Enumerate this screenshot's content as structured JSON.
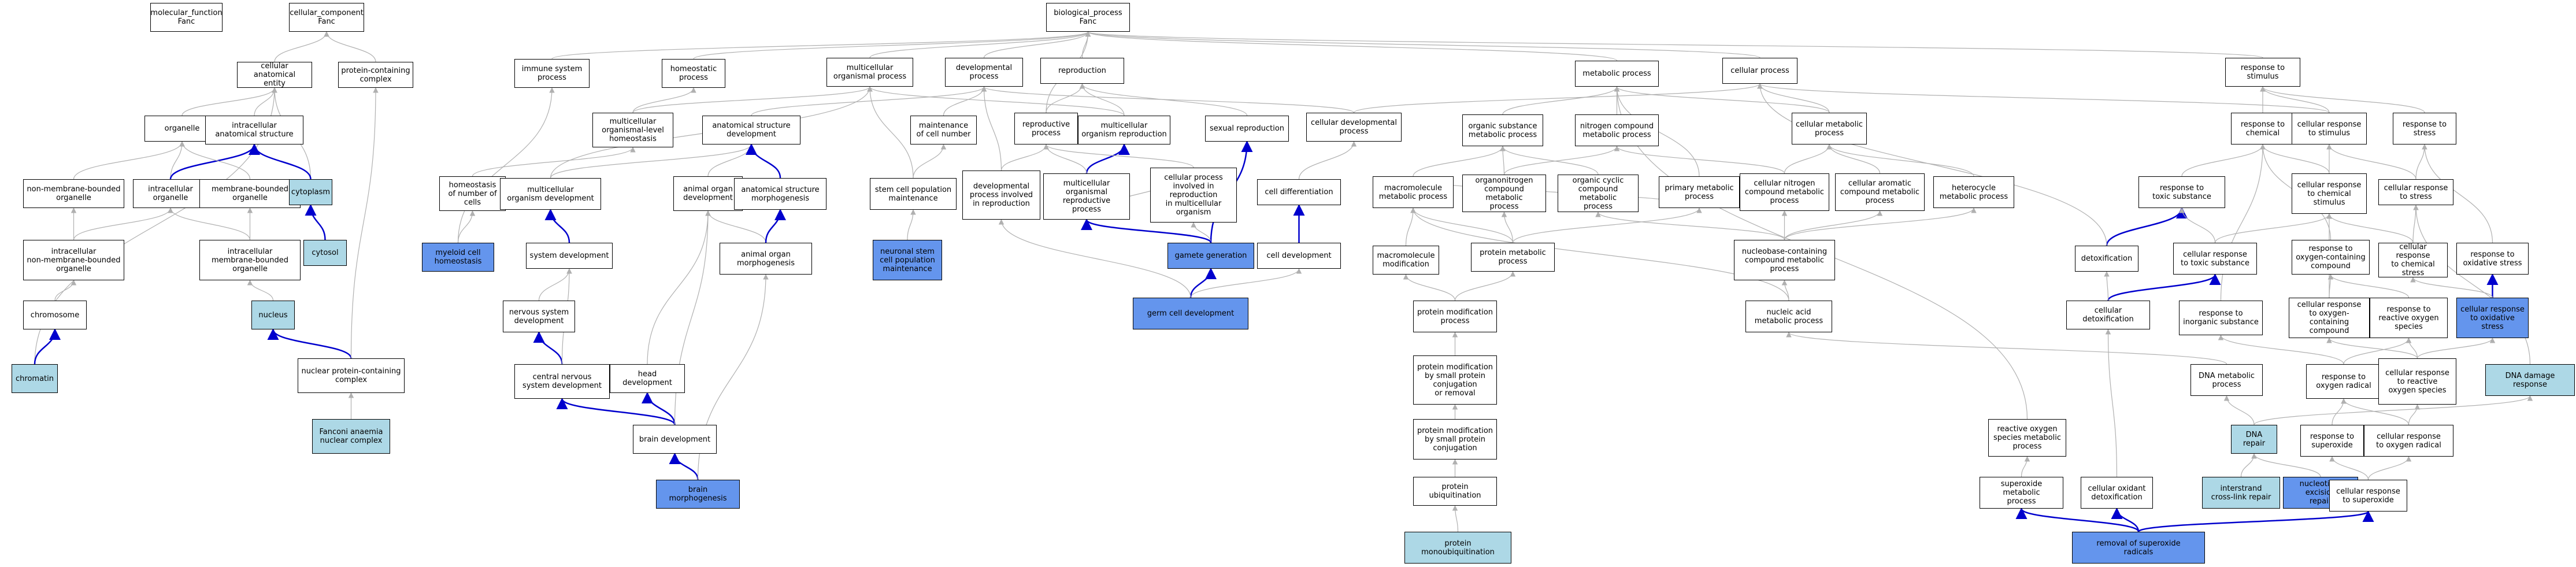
{
  "nodes": [
    {
      "id": "mf",
      "label": "molecular_function\nFanc",
      "style": "plain"
    },
    {
      "id": "cc",
      "label": "cellular_component\nFanc",
      "style": "plain"
    },
    {
      "id": "bp",
      "label": "biological_process\nFanc",
      "style": "plain"
    },
    {
      "id": "cae",
      "label": "cellular anatomical\nentity",
      "style": "plain"
    },
    {
      "id": "pcc",
      "label": "protein-containing\ncomplex",
      "style": "plain"
    },
    {
      "id": "iss",
      "label": "immune system\nprocess",
      "style": "plain"
    },
    {
      "id": "hp",
      "label": "homeostatic\nprocess",
      "style": "plain"
    },
    {
      "id": "mop",
      "label": "multicellular\norganismal process",
      "style": "plain"
    },
    {
      "id": "dp",
      "label": "developmental\nprocess",
      "style": "plain"
    },
    {
      "id": "rep",
      "label": "reproduction",
      "style": "plain"
    },
    {
      "id": "mp",
      "label": "metabolic process",
      "style": "plain"
    },
    {
      "id": "cp",
      "label": "cellular process",
      "style": "plain"
    },
    {
      "id": "rts",
      "label": "response to\nstimulus",
      "style": "plain"
    },
    {
      "id": "org",
      "label": "organelle",
      "style": "plain"
    },
    {
      "id": "ias",
      "label": "intracellular\nanatomical structure",
      "style": "plain"
    },
    {
      "id": "mlh",
      "label": "multicellular\norganismal-level\nhomeostasis",
      "style": "plain"
    },
    {
      "id": "asd",
      "label": "anatomical structure\ndevelopment",
      "style": "plain"
    },
    {
      "id": "mcn",
      "label": "maintenance\nof cell number",
      "style": "plain"
    },
    {
      "id": "rp",
      "label": "reproductive\nprocess",
      "style": "plain"
    },
    {
      "id": "mor",
      "label": "multicellular\norganism reproduction",
      "style": "plain"
    },
    {
      "id": "sr",
      "label": "sexual reproduction",
      "style": "plain"
    },
    {
      "id": "cdp",
      "label": "cellular developmental\nprocess",
      "style": "plain"
    },
    {
      "id": "osmp",
      "label": "organic substance\nmetabolic process",
      "style": "plain"
    },
    {
      "id": "ncmp",
      "label": "nitrogen compound\nmetabolic process",
      "style": "plain"
    },
    {
      "id": "cmp",
      "label": "cellular metabolic\nprocess",
      "style": "plain"
    },
    {
      "id": "rtc",
      "label": "response to\nchemical",
      "style": "plain"
    },
    {
      "id": "crs",
      "label": "cellular response\nto stimulus",
      "style": "plain"
    },
    {
      "id": "rtst",
      "label": "response to\nstress",
      "style": "plain"
    },
    {
      "id": "nmbo",
      "label": "non-membrane-bounded\norganelle",
      "style": "plain"
    },
    {
      "id": "io",
      "label": "intracellular\norganelle",
      "style": "plain"
    },
    {
      "id": "mbo",
      "label": "membrane-bounded\norganelle",
      "style": "plain"
    },
    {
      "id": "cyto",
      "label": "cytoplasm",
      "style": "light"
    },
    {
      "id": "hnc",
      "label": "homeostasis\nof number of\ncells",
      "style": "plain"
    },
    {
      "id": "mod",
      "label": "multicellular\norganism development",
      "style": "plain"
    },
    {
      "id": "aod",
      "label": "animal organ\ndevelopment",
      "style": "plain"
    },
    {
      "id": "asm",
      "label": "anatomical structure\nmorphogenesis",
      "style": "plain"
    },
    {
      "id": "scpm",
      "label": "stem cell population\nmaintenance",
      "style": "plain"
    },
    {
      "id": "dpir",
      "label": "developmental\nprocess involved\nin reproduction",
      "style": "plain"
    },
    {
      "id": "morp",
      "label": "multicellular\norganismal reproductive\nprocess",
      "style": "plain"
    },
    {
      "id": "cpir",
      "label": "cellular process\ninvolved in\nreproduction\nin multicellular\norganism",
      "style": "plain"
    },
    {
      "id": "cdiff",
      "label": "cell differentiation",
      "style": "plain"
    },
    {
      "id": "mmp",
      "label": "macromolecule\nmetabolic process",
      "style": "plain"
    },
    {
      "id": "oncmp",
      "label": "organonitrogen\ncompound metabolic\nprocess",
      "style": "plain"
    },
    {
      "id": "occmp",
      "label": "organic cyclic\ncompound metabolic\nprocess",
      "style": "plain"
    },
    {
      "id": "pmp",
      "label": "primary metabolic\nprocess",
      "style": "plain"
    },
    {
      "id": "cncmp",
      "label": "cellular nitrogen\ncompound metabolic\nprocess",
      "style": "plain"
    },
    {
      "id": "cacmp",
      "label": "cellular aromatic\ncompound metabolic\nprocess",
      "style": "plain"
    },
    {
      "id": "hmp",
      "label": "heterocycle\nmetabolic process",
      "style": "plain"
    },
    {
      "id": "rtts",
      "label": "response to\ntoxic substance",
      "style": "plain"
    },
    {
      "id": "crcs",
      "label": "cellular response\nto chemical\nstimulus",
      "style": "plain"
    },
    {
      "id": "crst",
      "label": "cellular response\nto stress",
      "style": "plain"
    },
    {
      "id": "inmbo",
      "label": "intracellular\nnon-membrane-bounded\norganelle",
      "style": "plain"
    },
    {
      "id": "imbo",
      "label": "intracellular\nmembrane-bounded\norganelle",
      "style": "plain"
    },
    {
      "id": "cytosol",
      "label": "cytosol",
      "style": "light"
    },
    {
      "id": "mch",
      "label": "myeloid cell\nhomeostasis",
      "style": "dark"
    },
    {
      "id": "sd",
      "label": "system development",
      "style": "plain"
    },
    {
      "id": "aom",
      "label": "animal organ\nmorphogenesis",
      "style": "plain"
    },
    {
      "id": "nscpm",
      "label": "neuronal stem\ncell population\nmaintenance",
      "style": "dark"
    },
    {
      "id": "gg",
      "label": "gamete generation",
      "style": "dark"
    },
    {
      "id": "cdev",
      "label": "cell development",
      "style": "plain"
    },
    {
      "id": "mm",
      "label": "macromolecule\nmodification",
      "style": "plain"
    },
    {
      "id": "pmet",
      "label": "protein metabolic\nprocess",
      "style": "plain"
    },
    {
      "id": "nccmp",
      "label": "nucleobase-containing\ncompound metabolic\nprocess",
      "style": "plain"
    },
    {
      "id": "detox",
      "label": "detoxification",
      "style": "plain"
    },
    {
      "id": "crts",
      "label": "cellular response\nto toxic substance",
      "style": "plain"
    },
    {
      "id": "rocc",
      "label": "response to\noxygen-containing\ncompound",
      "style": "plain"
    },
    {
      "id": "crcst",
      "label": "cellular response\nto chemical\nstress",
      "style": "plain"
    },
    {
      "id": "ros",
      "label": "response to\noxidative stress",
      "style": "plain"
    },
    {
      "id": "chrom",
      "label": "chromosome",
      "style": "plain"
    },
    {
      "id": "nucleus",
      "label": "nucleus",
      "style": "light"
    },
    {
      "id": "nsd",
      "label": "nervous system\ndevelopment",
      "style": "plain"
    },
    {
      "id": "gcd",
      "label": "germ cell development",
      "style": "dark"
    },
    {
      "id": "pmod",
      "label": "protein modification\nprocess",
      "style": "plain"
    },
    {
      "id": "nammp",
      "label": "nucleic acid\nmetabolic process",
      "style": "plain"
    },
    {
      "id": "rtis",
      "label": "response to\ninorganic substance",
      "style": "plain"
    },
    {
      "id": "cdtx",
      "label": "cellular detoxification",
      "style": "plain"
    },
    {
      "id": "crocc",
      "label": "cellular response\nto oxygen-containing\ncompound",
      "style": "plain"
    },
    {
      "id": "rtrox",
      "label": "response to\nreactive oxygen\nspecies",
      "style": "plain"
    },
    {
      "id": "crox",
      "label": "cellular response\nto oxidative\nstress",
      "style": "dark"
    },
    {
      "id": "chromatin",
      "label": "chromatin",
      "style": "light"
    },
    {
      "id": "npcc",
      "label": "nuclear protein-containing\ncomplex",
      "style": "plain"
    },
    {
      "id": "cnsd",
      "label": "central nervous\nsystem development",
      "style": "plain"
    },
    {
      "id": "hd",
      "label": "head development",
      "style": "plain"
    },
    {
      "id": "pmsp",
      "label": "protein modification\nby small protein\nconjugation\nor removal",
      "style": "plain"
    },
    {
      "id": "dnamp",
      "label": "DNA metabolic\nprocess",
      "style": "plain"
    },
    {
      "id": "rtor",
      "label": "response to\noxygen radical",
      "style": "plain"
    },
    {
      "id": "crros",
      "label": "cellular response\nto reactive\noxygen species",
      "style": "plain"
    },
    {
      "id": "dnadr",
      "label": "DNA damage response",
      "style": "light"
    },
    {
      "id": "faa",
      "label": "Fanconi anaemia\nnuclear complex",
      "style": "light"
    },
    {
      "id": "bd",
      "label": "brain development",
      "style": "plain"
    },
    {
      "id": "pmspc",
      "label": "protein modification\nby small protein\nconjugation",
      "style": "plain"
    },
    {
      "id": "rosmp",
      "label": "reactive oxygen\nspecies metabolic\nprocess",
      "style": "plain"
    },
    {
      "id": "dnarep",
      "label": "DNA repair",
      "style": "light"
    },
    {
      "id": "rtsup",
      "label": "response to\nsuperoxide",
      "style": "plain"
    },
    {
      "id": "crorad",
      "label": "cellular response\nto oxygen radical",
      "style": "plain"
    },
    {
      "id": "pu",
      "label": "protein ubiquitination",
      "style": "plain"
    },
    {
      "id": "bm",
      "label": "brain morphogenesis",
      "style": "dark"
    },
    {
      "id": "smp",
      "label": "superoxide metabolic\nprocess",
      "style": "plain"
    },
    {
      "id": "cod",
      "label": "cellular oxidant\ndetoxification",
      "style": "plain"
    },
    {
      "id": "icr",
      "label": "interstrand\ncross-link repair",
      "style": "light"
    },
    {
      "id": "ner",
      "label": "nucleotide-excision\nrepair",
      "style": "dark"
    },
    {
      "id": "crsup",
      "label": "cellular response\nto superoxide",
      "style": "plain"
    },
    {
      "id": "pmu",
      "label": "protein monoubiquitination",
      "style": "light"
    },
    {
      "id": "rsr",
      "label": "removal of superoxide\nradicals",
      "style": "dark"
    }
  ],
  "edges": [
    [
      "cae",
      "cc",
      "gray"
    ],
    [
      "pcc",
      "cc",
      "gray"
    ],
    [
      "iss",
      "bp",
      "gray"
    ],
    [
      "hp",
      "bp",
      "gray"
    ],
    [
      "mop",
      "bp",
      "gray"
    ],
    [
      "dp",
      "bp",
      "gray"
    ],
    [
      "rep",
      "bp",
      "gray"
    ],
    [
      "mp",
      "bp",
      "gray"
    ],
    [
      "cp",
      "bp",
      "gray"
    ],
    [
      "rts",
      "bp",
      "gray"
    ],
    [
      "org",
      "cae",
      "gray"
    ],
    [
      "ias",
      "cae",
      "gray"
    ],
    [
      "cyto",
      "cae",
      "gray"
    ],
    [
      "chromatin",
      "cae",
      "gray"
    ],
    [
      "ias",
      "org",
      "gray"
    ],
    [
      "mlh",
      "hp",
      "gray"
    ],
    [
      "mlh",
      "mop",
      "gray"
    ],
    [
      "asd",
      "dp",
      "gray"
    ],
    [
      "mcn",
      "dp",
      "gray"
    ],
    [
      "rp",
      "rep",
      "gray"
    ],
    [
      "rp",
      "bp",
      "gray"
    ],
    [
      "mor",
      "rep",
      "gray"
    ],
    [
      "mor",
      "mop",
      "gray"
    ],
    [
      "sr",
      "rep",
      "gray"
    ],
    [
      "cdp",
      "dp",
      "gray"
    ],
    [
      "cdp",
      "cp",
      "gray"
    ],
    [
      "osmp",
      "mp",
      "gray"
    ],
    [
      "ncmp",
      "mp",
      "gray"
    ],
    [
      "cmp",
      "mp",
      "gray"
    ],
    [
      "cmp",
      "cp",
      "gray"
    ],
    [
      "rtc",
      "rts",
      "gray"
    ],
    [
      "crs",
      "rts",
      "gray"
    ],
    [
      "crs",
      "cp",
      "gray"
    ],
    [
      "rtst",
      "rts",
      "gray"
    ],
    [
      "nmbo",
      "org",
      "gray"
    ],
    [
      "io",
      "org",
      "gray"
    ],
    [
      "io",
      "ias",
      "blue"
    ],
    [
      "mbo",
      "org",
      "gray"
    ],
    [
      "cyto",
      "ias",
      "blue"
    ],
    [
      "hnc",
      "mlh",
      "gray"
    ],
    [
      "mod",
      "asd",
      "gray"
    ],
    [
      "mod",
      "mop",
      "gray"
    ],
    [
      "aod",
      "asd",
      "gray"
    ],
    [
      "asm",
      "asd",
      "blue"
    ],
    [
      "scpm",
      "mcn",
      "gray"
    ],
    [
      "scpm",
      "mop",
      "gray"
    ],
    [
      "dpir",
      "rp",
      "gray"
    ],
    [
      "dpir",
      "dp",
      "gray"
    ],
    [
      "morp",
      "mor",
      "blue"
    ],
    [
      "morp",
      "rp",
      "gray"
    ],
    [
      "cpir",
      "morp",
      "gray"
    ],
    [
      "cpir",
      "rp",
      "gray"
    ],
    [
      "cdiff",
      "cdp",
      "gray"
    ],
    [
      "mmp",
      "osmp",
      "gray"
    ],
    [
      "mmp",
      "pmp",
      "gray"
    ],
    [
      "oncmp",
      "osmp",
      "gray"
    ],
    [
      "oncmp",
      "ncmp",
      "gray"
    ],
    [
      "occmp",
      "osmp",
      "gray"
    ],
    [
      "pmp",
      "mp",
      "gray"
    ],
    [
      "cncmp",
      "cmp",
      "gray"
    ],
    [
      "cncmp",
      "ncmp",
      "gray"
    ],
    [
      "cacmp",
      "cmp",
      "gray"
    ],
    [
      "hmp",
      "cmp",
      "gray"
    ],
    [
      "rtts",
      "rtc",
      "gray"
    ],
    [
      "crcs",
      "rtc",
      "gray"
    ],
    [
      "crcs",
      "crs",
      "gray"
    ],
    [
      "crst",
      "rtst",
      "gray"
    ],
    [
      "crst",
      "crs",
      "gray"
    ],
    [
      "inmbo",
      "nmbo",
      "gray"
    ],
    [
      "inmbo",
      "io",
      "gray"
    ],
    [
      "imbo",
      "mbo",
      "gray"
    ],
    [
      "imbo",
      "io",
      "gray"
    ],
    [
      "cytosol",
      "cyto",
      "blue"
    ],
    [
      "mch",
      "hnc",
      "gray"
    ],
    [
      "mch",
      "iss",
      "gray"
    ],
    [
      "sd",
      "mod",
      "blue"
    ],
    [
      "aom",
      "aod",
      "gray"
    ],
    [
      "aom",
      "asm",
      "blue"
    ],
    [
      "nscpm",
      "scpm",
      "gray"
    ],
    [
      "gg",
      "sr",
      "blue"
    ],
    [
      "gg",
      "cpir",
      "gray"
    ],
    [
      "gg",
      "morp",
      "blue"
    ],
    [
      "cdev",
      "cdiff",
      "blue"
    ],
    [
      "mm",
      "mmp",
      "gray"
    ],
    [
      "pmet",
      "mmp",
      "gray"
    ],
    [
      "pmet",
      "oncmp",
      "gray"
    ],
    [
      "pmet",
      "pmp",
      "gray"
    ],
    [
      "nccmp",
      "cncmp",
      "gray"
    ],
    [
      "nccmp",
      "occmp",
      "gray"
    ],
    [
      "nccmp",
      "hmp",
      "gray"
    ],
    [
      "nccmp",
      "cacmp",
      "gray"
    ],
    [
      "detox",
      "rtts",
      "blue"
    ],
    [
      "detox",
      "cp",
      "gray"
    ],
    [
      "crts",
      "rtts",
      "gray"
    ],
    [
      "crts",
      "crcs",
      "gray"
    ],
    [
      "rocc",
      "rtc",
      "gray"
    ],
    [
      "crcst",
      "crcs",
      "gray"
    ],
    [
      "crcst",
      "crst",
      "gray"
    ],
    [
      "ros",
      "rtst",
      "gray"
    ],
    [
      "chrom",
      "inmbo",
      "gray"
    ],
    [
      "nucleus",
      "imbo",
      "gray"
    ],
    [
      "nsd",
      "sd",
      "gray"
    ],
    [
      "gcd",
      "cdev",
      "gray"
    ],
    [
      "gcd",
      "gg",
      "blue"
    ],
    [
      "gcd",
      "dpir",
      "gray"
    ],
    [
      "pmod",
      "mm",
      "gray"
    ],
    [
      "pmod",
      "pmet",
      "gray"
    ],
    [
      "nammp",
      "nccmp",
      "gray"
    ],
    [
      "nammp",
      "mmp",
      "gray"
    ],
    [
      "rtis",
      "rtc",
      "gray"
    ],
    [
      "cdtx",
      "crts",
      "blue"
    ],
    [
      "cdtx",
      "detox",
      "gray"
    ],
    [
      "crocc",
      "rocc",
      "gray"
    ],
    [
      "crocc",
      "crcs",
      "gray"
    ],
    [
      "rtrox",
      "rocc",
      "gray"
    ],
    [
      "crox",
      "ros",
      "blue"
    ],
    [
      "crox",
      "crcst",
      "gray"
    ],
    [
      "chromatin",
      "chrom",
      "blue"
    ],
    [
      "npcc",
      "nucleus",
      "blue"
    ],
    [
      "npcc",
      "pcc",
      "gray"
    ],
    [
      "cnsd",
      "nsd",
      "blue"
    ],
    [
      "cnsd",
      "sd",
      "gray"
    ],
    [
      "hd",
      "aod",
      "gray"
    ],
    [
      "pmsp",
      "pmod",
      "gray"
    ],
    [
      "dnamp",
      "nammp",
      "gray"
    ],
    [
      "rtor",
      "rtrox",
      "gray"
    ],
    [
      "rtor",
      "rtis",
      "gray"
    ],
    [
      "crros",
      "rtrox",
      "gray"
    ],
    [
      "crros",
      "crocc",
      "gray"
    ],
    [
      "crros",
      "crox",
      "gray"
    ],
    [
      "dnadr",
      "crst",
      "gray"
    ],
    [
      "faa",
      "npcc",
      "gray"
    ],
    [
      "bd",
      "hd",
      "blue"
    ],
    [
      "bd",
      "cnsd",
      "blue"
    ],
    [
      "bd",
      "aod",
      "gray"
    ],
    [
      "pmspc",
      "pmsp",
      "gray"
    ],
    [
      "rosmp",
      "mp",
      "gray"
    ],
    [
      "dnarep",
      "dnamp",
      "gray"
    ],
    [
      "dnarep",
      "dnadr",
      "gray"
    ],
    [
      "rtsup",
      "rtor",
      "gray"
    ],
    [
      "crorad",
      "rtor",
      "gray"
    ],
    [
      "crorad",
      "crros",
      "gray"
    ],
    [
      "pu",
      "pmspc",
      "gray"
    ],
    [
      "bm",
      "bd",
      "blue"
    ],
    [
      "bm",
      "aom",
      "gray"
    ],
    [
      "smp",
      "rosmp",
      "gray"
    ],
    [
      "cod",
      "cdtx",
      "gray"
    ],
    [
      "icr",
      "dnarep",
      "gray"
    ],
    [
      "ner",
      "dnarep",
      "gray"
    ],
    [
      "crsup",
      "rtsup",
      "gray"
    ],
    [
      "crsup",
      "crorad",
      "gray"
    ],
    [
      "pmu",
      "pu",
      "gray"
    ],
    [
      "rsr",
      "smp",
      "blue"
    ],
    [
      "rsr",
      "cod",
      "blue"
    ],
    [
      "rsr",
      "crsup",
      "blue"
    ]
  ],
  "colors": {
    "plain": "#ffffff",
    "light": "#add8e6",
    "dark": "#6495ed",
    "edge_gray": "#b0b0b0",
    "edge_blue": "#0000cd"
  }
}
